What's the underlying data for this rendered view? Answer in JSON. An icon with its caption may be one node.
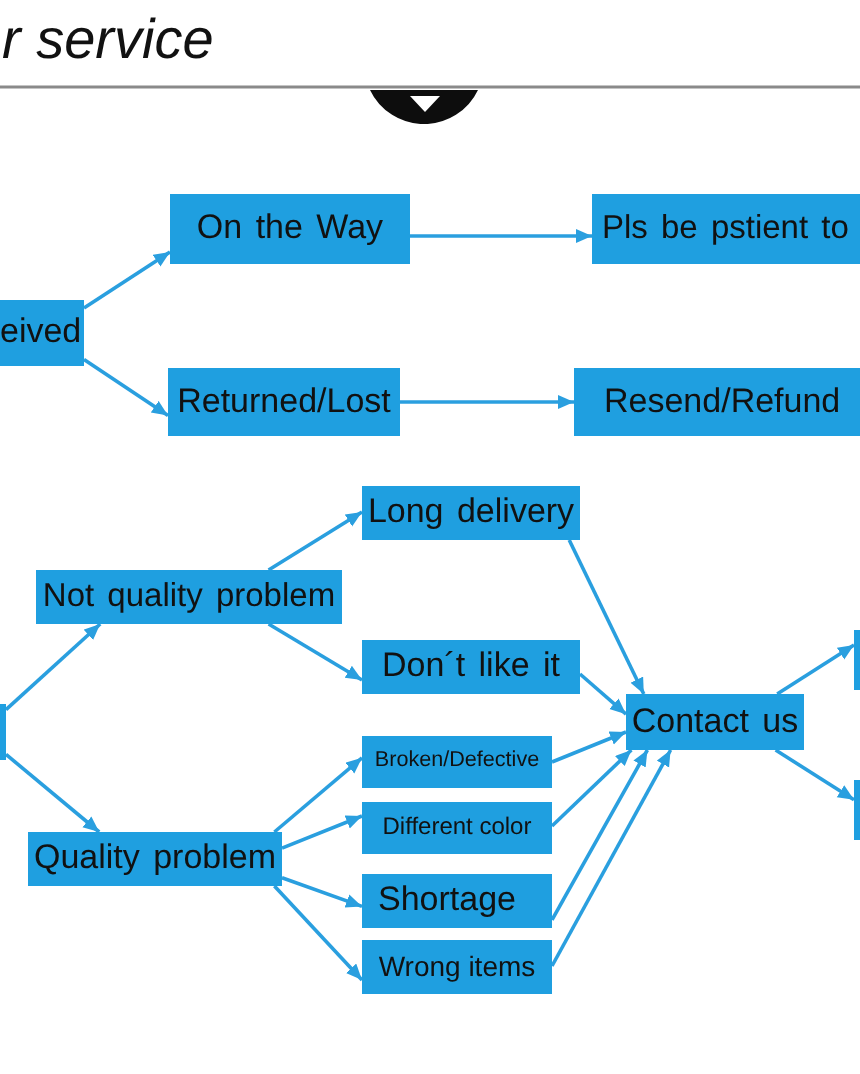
{
  "diagram": {
    "title": "r service",
    "nodes": [
      {
        "text": [
          "eived"
        ]
      },
      {
        "text": [
          "On the Way"
        ]
      },
      {
        "text": [
          "Pls be pstient to"
        ]
      },
      {
        "text": [
          "Returned/Lost"
        ]
      },
      {
        "text": [
          "Resend/Refund"
        ]
      },
      {
        "text": [],
        "shape": "box"
      },
      {
        "text": [
          "Long delivery"
        ]
      },
      {
        "text": [
          "Not quality problem"
        ]
      },
      {
        "text": [
          "Don´t like it"
        ]
      },
      {
        "text": [
          "Contact us"
        ]
      },
      {
        "text": [],
        "shape": "box"
      },
      {
        "text": [
          "Broken/Defective"
        ]
      },
      {
        "text": [
          "Different color"
        ]
      },
      {
        "text": [
          "Quality problem"
        ]
      },
      {
        "text": [
          "Shortage"
        ]
      },
      {
        "text": [
          "Wrong items"
        ]
      },
      {
        "text": [],
        "shape": "box"
      }
    ],
    "edges": [
      {
        "from": 0,
        "to": 1,
        "arrow": "to"
      },
      {
        "from": 0,
        "to": 3,
        "arrow": "to"
      },
      {
        "from": 1,
        "to": 2,
        "arrow": "to"
      },
      {
        "from": 3,
        "to": 4,
        "arrow": "to"
      },
      {
        "from": 5,
        "to": 7,
        "arrow": "to"
      },
      {
        "from": 5,
        "to": 13,
        "arrow": "to"
      },
      {
        "from": 7,
        "to": 6,
        "arrow": "to"
      },
      {
        "from": 7,
        "to": 8,
        "arrow": "to"
      },
      {
        "from": 13,
        "to": 11,
        "arrow": "to"
      },
      {
        "from": 13,
        "to": 12,
        "arrow": "to"
      },
      {
        "from": 13,
        "to": 14,
        "arrow": "to"
      },
      {
        "from": 13,
        "to": 15,
        "arrow": "to"
      },
      {
        "from": 6,
        "to": 9,
        "arrow": "to"
      },
      {
        "from": 8,
        "to": 9,
        "arrow": "to"
      },
      {
        "from": 11,
        "to": 9,
        "arrow": "to"
      },
      {
        "from": 12,
        "to": 9,
        "arrow": "to"
      },
      {
        "from": 14,
        "to": 9,
        "arrow": "to"
      },
      {
        "from": 15,
        "to": 9,
        "arrow": "to"
      },
      {
        "from": 9,
        "to": 10,
        "arrow": "to"
      },
      {
        "from": 9,
        "to": 16,
        "arrow": "to"
      }
    ]
  }
}
